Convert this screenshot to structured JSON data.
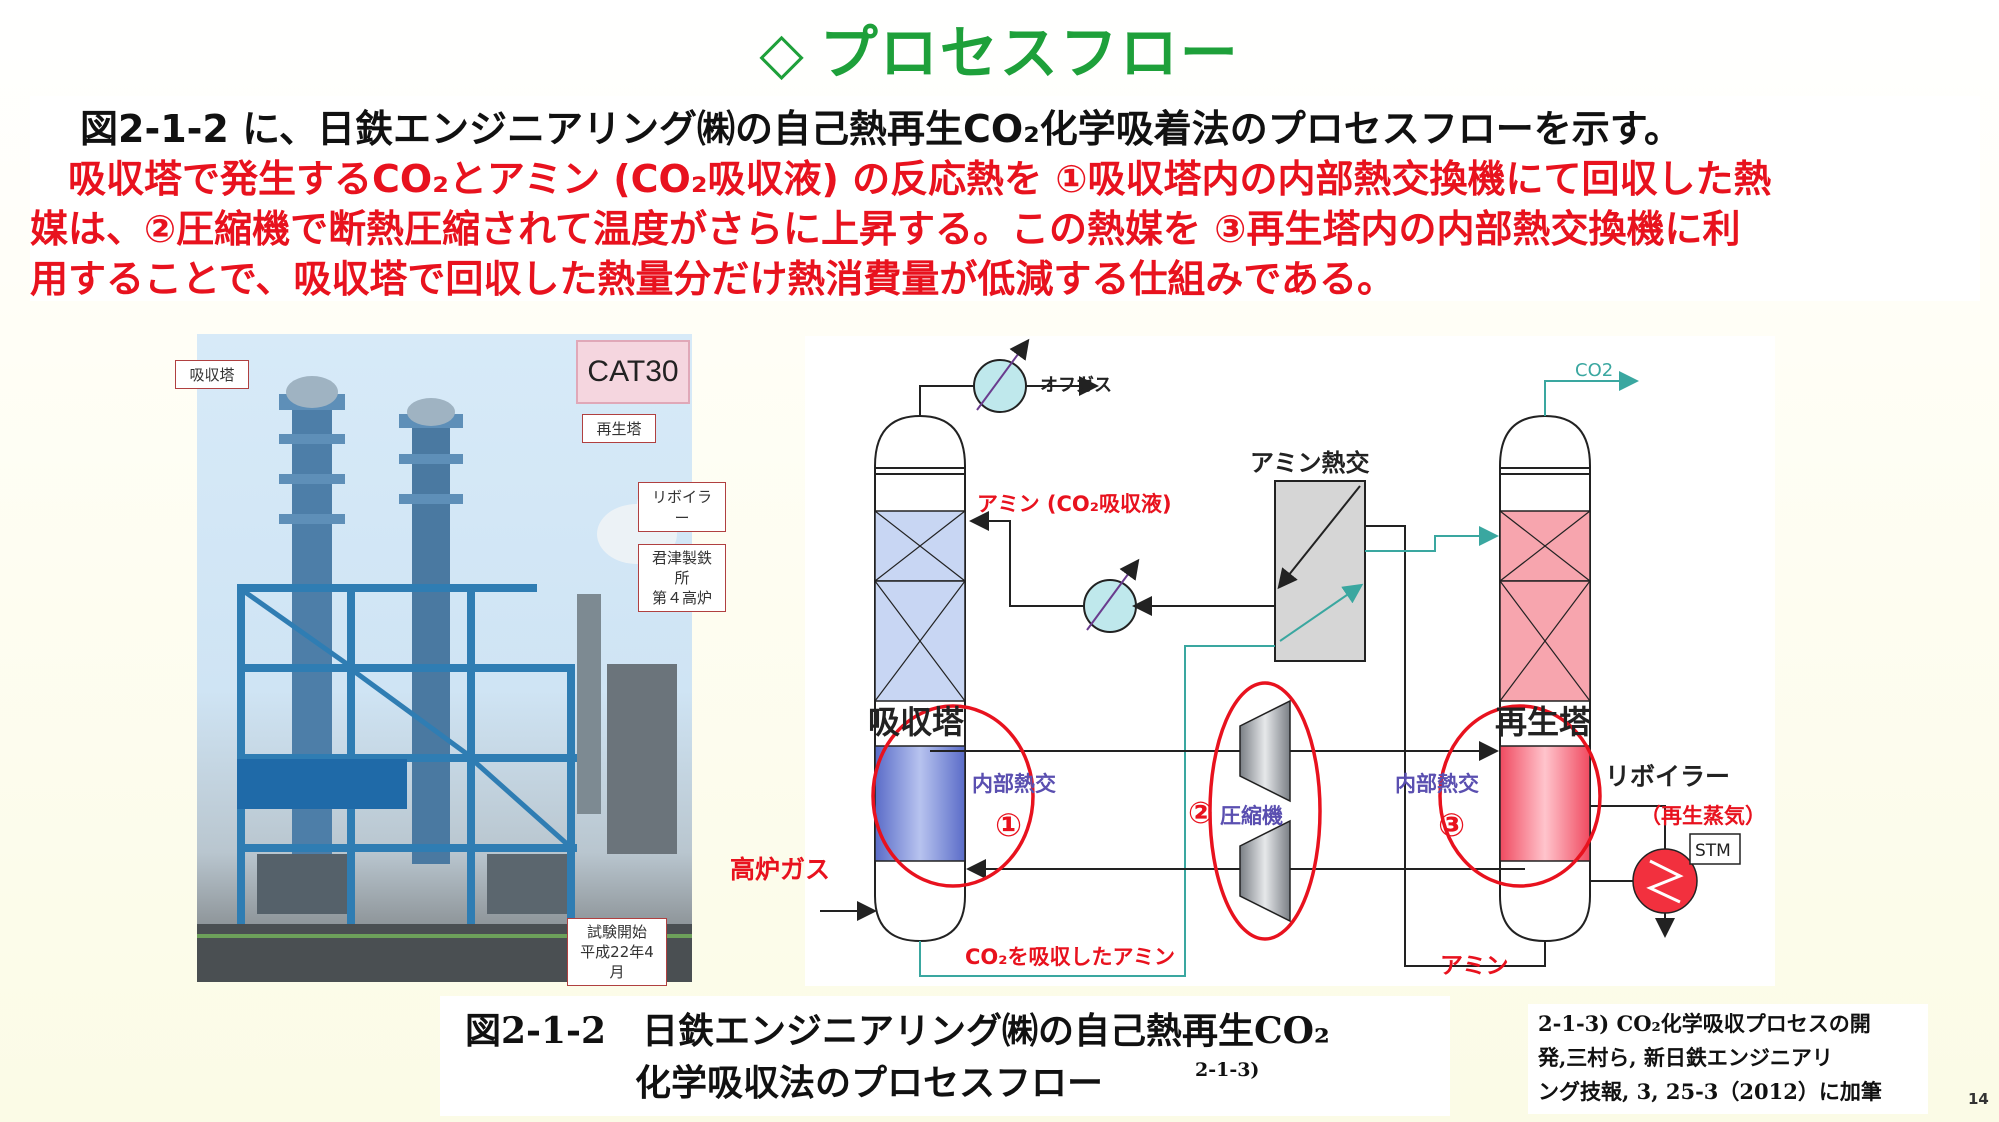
{
  "title": {
    "symbol": "◇",
    "text": "プロセスフロー"
  },
  "intro": {
    "line1": "図2-1-2 に、日鉄エンジニアリング㈱の自己熱再生CO₂化学吸着法のプロセスフローを示す。",
    "line2": "　吸収塔で発生するCO₂とアミン (CO₂吸収液) の反応熱を ①吸収塔内の内部熱交換機にて回収した熱",
    "line3": "媒は、②圧縮機で断熱圧縮されて温度がさらに上昇する。この熱媒を ③再生塔内の内部熱交換機に利",
    "line4": "用することで、吸収塔で回収した熱量分だけ熱消費量が低減する仕組みである。"
  },
  "photo": {
    "badge": "CAT30",
    "labels": {
      "absorber": "吸収塔",
      "regenerator": "再生塔",
      "reboiler": "リボイラー",
      "blast_furnace_1": "君津製鉄所",
      "blast_furnace_2": "第４高炉",
      "start_1": "試験開始",
      "start_2": "平成22年4月"
    }
  },
  "diagram": {
    "offgas": "オフガス",
    "co2_out": "CO2",
    "amine_absorbent": "アミン (CO₂吸収液)",
    "amine_hx": "アミン熱交",
    "absorber": "吸収塔",
    "regenerator": "再生塔",
    "internal_hx_left": "内部熱交",
    "internal_hx_right": "内部熱交",
    "compressor": "圧縮機",
    "num1": "①",
    "num2": "②",
    "num3": "③",
    "reboiler": "リボイラー",
    "steam": "（再生蒸気）",
    "stm": "STM",
    "blast_gas": "高炉ガス",
    "rich_amine": "CO₂を吸収したアミン",
    "amine_bottom": "アミン",
    "colors": {
      "accent_red": "#e8121e",
      "absorber_blue": "#7a8fd6",
      "regen_red": "#f06a7a",
      "line_teal": "#3aa7a0"
    }
  },
  "caption": {
    "line1": "図2-1-2　日鉄エンジニアリング㈱の自己熱再生CO₂",
    "line2": "化学吸収法のプロセスフロー",
    "ref_mark": "2-1-3)"
  },
  "reference": {
    "line1": "2-1-3) CO₂化学吸収プロセスの開",
    "line2": "発,三村ら, 新日鉄エンジニアリ",
    "line3": "ング技報, 3, 25-3（2012）に加筆"
  },
  "page_number": "14"
}
